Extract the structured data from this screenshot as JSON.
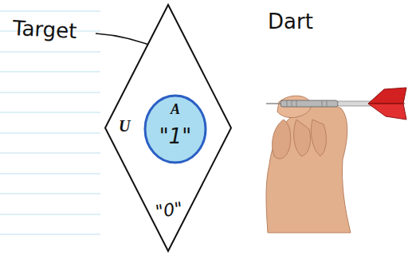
{
  "diagram": {
    "nodes": [
      {
        "text": [
          "U",
          "\"0\""
        ]
      },
      {
        "text": [
          "A",
          "\"1\""
        ],
        "in": 0
      }
    ],
    "labels": [
      "Target",
      "Dart"
    ]
  }
}
